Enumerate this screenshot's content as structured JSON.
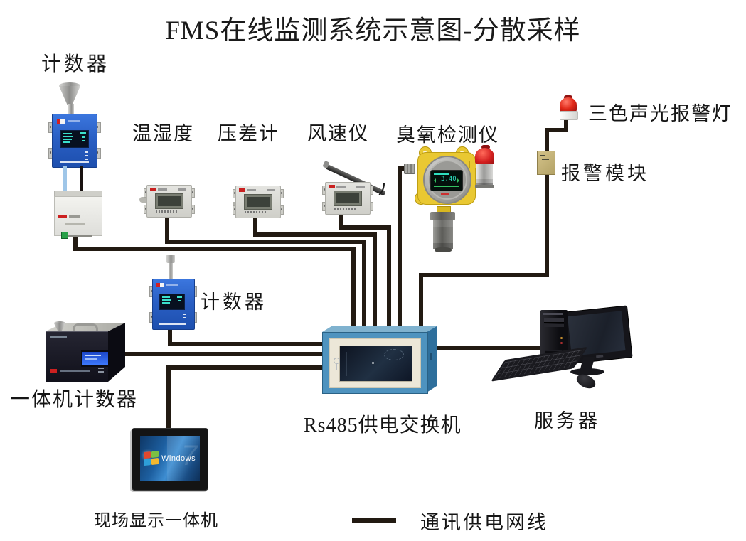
{
  "title": "FMS在线监测系统示意图-分散采样",
  "legend": {
    "label": "通讯供电网线"
  },
  "colors": {
    "wire": "#221a12",
    "counter_blue": "#2a5fc4",
    "cabinet_blue": "#4e93bf",
    "ozone_yellow": "#e9c832",
    "alarm_red": "#d42020",
    "screen_teal": "#2fe0c0",
    "win_screen_blue": "#1d5fa0"
  },
  "devices": {
    "counter_top": {
      "label": "计数器"
    },
    "temp_humidity": {
      "label": "温湿度"
    },
    "pressure_gauge": {
      "label": "压差计"
    },
    "anemometer": {
      "label": "风速仪"
    },
    "ozone_detector": {
      "label": "臭氧检测仪",
      "screen_reading": "3.40"
    },
    "alarm_lamp": {
      "label": "三色声光报警灯"
    },
    "alarm_module": {
      "label": "报警模块"
    },
    "counter_mid": {
      "label": "计数器"
    },
    "allinone_counter": {
      "label": "一体机计数器"
    },
    "switch": {
      "label": "Rs485供电交换机"
    },
    "server": {
      "label": "服务器"
    },
    "field_display": {
      "label": "现场显示一体机",
      "screen_text": "Windows",
      "screen_badge": "7"
    }
  }
}
